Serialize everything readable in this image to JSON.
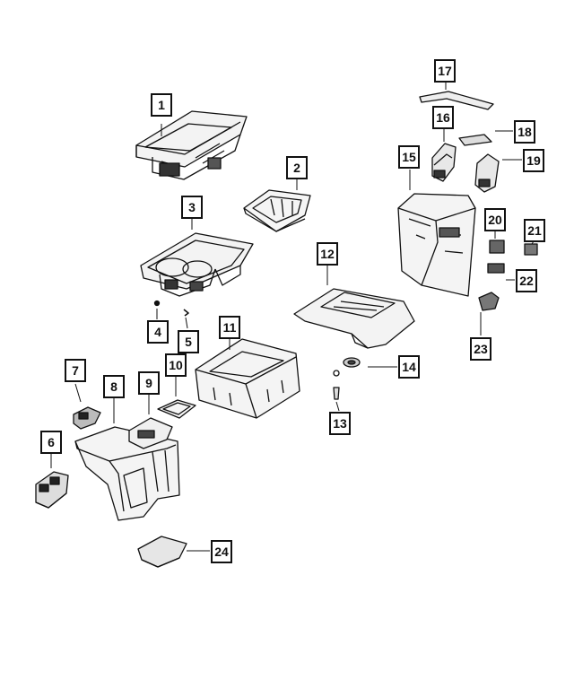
{
  "callouts": [
    {
      "number": "1"
    },
    {
      "number": "2"
    },
    {
      "number": "3"
    },
    {
      "number": "4"
    },
    {
      "number": "5"
    },
    {
      "number": "6"
    },
    {
      "number": "7"
    },
    {
      "number": "8"
    },
    {
      "number": "9"
    },
    {
      "number": "10"
    },
    {
      "number": "11"
    },
    {
      "number": "12"
    },
    {
      "number": "13"
    },
    {
      "number": "14"
    },
    {
      "number": "15"
    },
    {
      "number": "16"
    },
    {
      "number": "17"
    },
    {
      "number": "18"
    },
    {
      "number": "19"
    },
    {
      "number": "20"
    },
    {
      "number": "21"
    },
    {
      "number": "22"
    },
    {
      "number": "23"
    },
    {
      "number": "24"
    }
  ]
}
